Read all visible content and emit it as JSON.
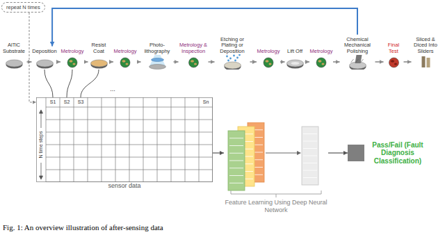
{
  "diagram": {
    "caption": "Fig. 1: An overview illustration of after-sensing data",
    "nodes": [
      {
        "text": [
          "repeat N times"
        ]
      },
      {
        "text": [
          "AlTiC Substrate"
        ]
      },
      {
        "text": [
          "Deposition"
        ]
      },
      {
        "text": [
          "Metrology"
        ]
      },
      {
        "text": [
          "Resist Coat"
        ]
      },
      {
        "text": [
          "Metrology"
        ]
      },
      {
        "text": [
          "Photo-lithography"
        ]
      },
      {
        "text": [
          "Metrology & Inspection"
        ]
      },
      {
        "text": [
          "Etching or Plating or Deposition"
        ]
      },
      {
        "text": [
          "Metrology"
        ]
      },
      {
        "text": [
          "Lift Off"
        ]
      },
      {
        "text": [
          "Metrology"
        ]
      },
      {
        "text": [
          "Chemical Mechanical Polishing"
        ]
      },
      {
        "text": [
          "Final Test"
        ]
      },
      {
        "text": [
          "Sliced & Diced Into Sliders"
        ]
      },
      {
        "text": [
          "sensor data"
        ]
      },
      {
        "text": [
          "Feature Learning Using Deep Neural Network"
        ]
      },
      {
        "text": [
          "Pass/Fail (Fault Diagnosis Classification)"
        ]
      }
    ],
    "edges": [
      {
        "from": 1,
        "to": 2,
        "arrow": "to"
      },
      {
        "from": 2,
        "to": 3,
        "arrow": "to"
      },
      {
        "from": 3,
        "to": 4,
        "arrow": "to"
      },
      {
        "from": 4,
        "to": 5,
        "arrow": "to"
      },
      {
        "from": 5,
        "to": 6,
        "arrow": "to"
      },
      {
        "from": 6,
        "to": 7,
        "arrow": "to"
      },
      {
        "from": 7,
        "to": 8,
        "arrow": "to"
      },
      {
        "from": 8,
        "to": 9,
        "arrow": "to"
      },
      {
        "from": 9,
        "to": 10,
        "arrow": "to"
      },
      {
        "from": 10,
        "to": 11,
        "arrow": "to"
      },
      {
        "from": 11,
        "to": 12,
        "arrow": "to"
      },
      {
        "from": 12,
        "to": 13,
        "arrow": "to"
      },
      {
        "from": 13,
        "to": 14,
        "arrow": "to"
      },
      {
        "from": 12,
        "to": 2,
        "arrow": "to"
      },
      {
        "from": 0,
        "to": 15,
        "arrow": "to"
      },
      {
        "from": 2,
        "to": 15,
        "arrow": "none"
      },
      {
        "from": 3,
        "to": 15,
        "arrow": "none"
      },
      {
        "from": 4,
        "to": 15,
        "arrow": "none"
      },
      {
        "from": 15,
        "to": 16,
        "arrow": "to"
      },
      {
        "from": 16,
        "to": 17,
        "arrow": "to"
      }
    ],
    "labels": [
      "S1",
      "S2",
      "S3",
      "...",
      "Sn",
      "N time steps"
    ]
  }
}
